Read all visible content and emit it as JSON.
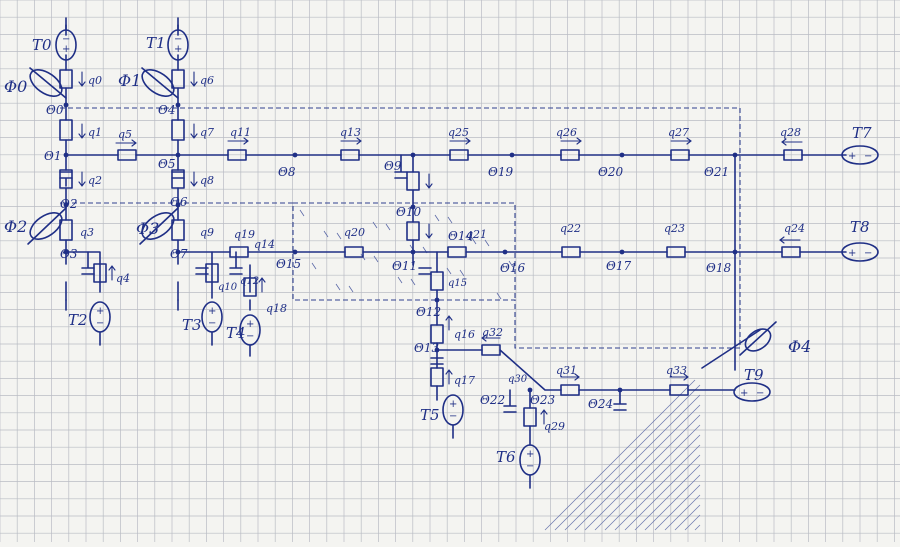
{
  "diagram": {
    "kind": "hand-drawn thermal resistance network on graph paper",
    "colors": {
      "ink": "#1f2f86",
      "grid": "#b9bcc4",
      "paper": "#f4f4f1"
    },
    "node_labels": [
      "Θ0",
      "Θ1",
      "Θ2",
      "Θ3",
      "Θ4",
      "Θ5",
      "Θ6",
      "Θ7",
      "Θ8",
      "Θ9",
      "Θ10",
      "Θ11",
      "Θ12",
      "Θ13",
      "Θ14",
      "Θ15",
      "Θ16",
      "Θ17",
      "Θ18",
      "Θ19",
      "Θ20",
      "Θ21",
      "Θ22",
      "Θ23",
      "Θ24"
    ],
    "flux_labels": [
      "q0",
      "q1",
      "q2",
      "q3",
      "q4",
      "q5",
      "q6",
      "q7",
      "q8",
      "q9",
      "q10",
      "q11",
      "q12",
      "q13",
      "q14",
      "q15",
      "q16",
      "q17",
      "q18",
      "q19",
      "q20",
      "q21",
      "q22",
      "q23",
      "q24",
      "q25",
      "q26",
      "q27",
      "q28",
      "q29",
      "q30",
      "q31",
      "q32",
      "q33"
    ],
    "source_labels": [
      "T0",
      "T1",
      "T2",
      "T3",
      "T4",
      "T5",
      "T6",
      "T7",
      "T8",
      "T9"
    ],
    "heat_source_labels": [
      "Φ0",
      "Φ1",
      "Φ2",
      "Φ3",
      "Φ4"
    ],
    "polarity": {
      "plus": "+",
      "minus": "−"
    }
  }
}
